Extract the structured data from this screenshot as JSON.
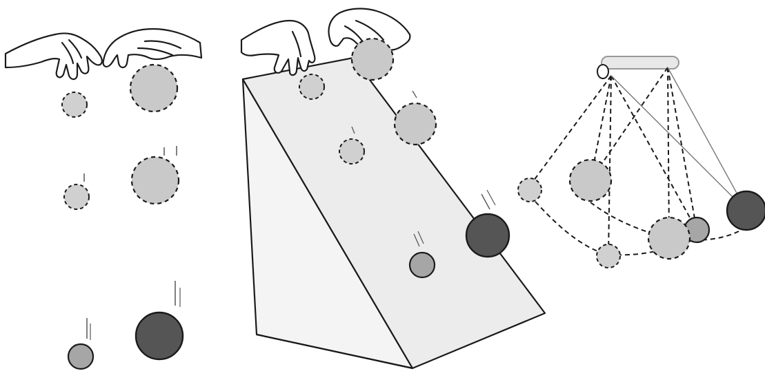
{
  "colors": {
    "background": "#ffffff",
    "ink": "#1a1a1a",
    "light_ball_fill": "#c9c9c9",
    "medium_ball_fill": "#a9a9a9",
    "dark_ball_fill": "#555555",
    "ramp_fill": "#efefef",
    "ramp_side_fill": "#f6f6f6",
    "rod_fill": "#e6e6e6"
  },
  "panels": [
    {
      "id": "free-fall",
      "description_icon": "hands-dropping-balls-icon"
    },
    {
      "id": "inclined-plane",
      "description_icon": "hands-on-ramp-icon"
    },
    {
      "id": "pendulum",
      "description_icon": "pendulum-rod-icon"
    }
  ]
}
